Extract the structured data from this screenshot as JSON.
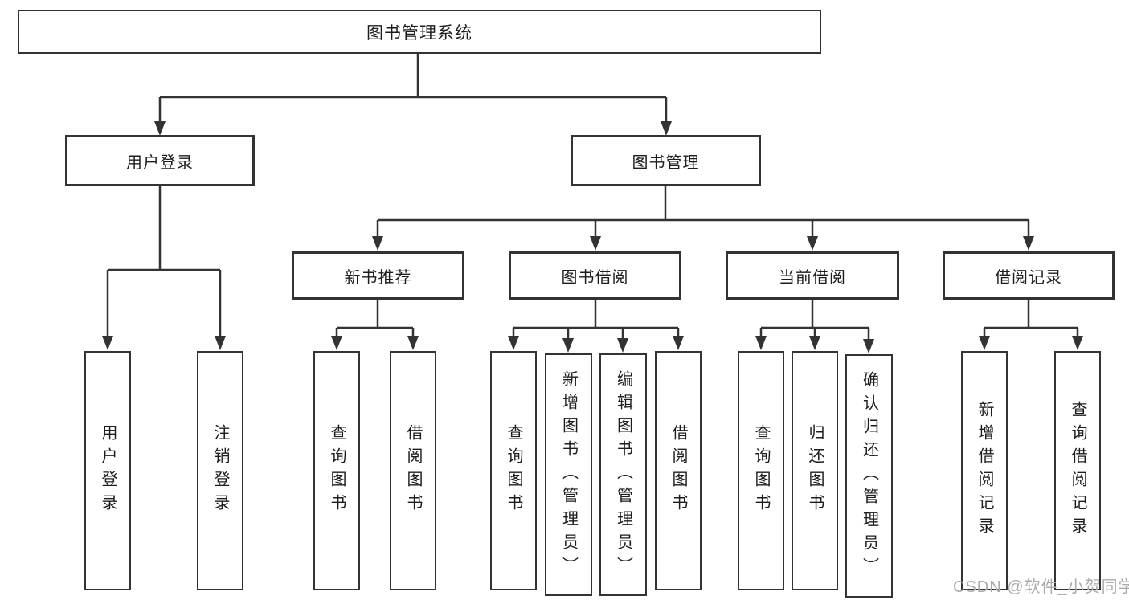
{
  "diagram": {
    "root": {
      "label": "图书管理系统"
    },
    "branches": {
      "user_login": {
        "label": "用户登录",
        "children": [
          {
            "label": "用户登录"
          },
          {
            "label": "注销登录"
          }
        ]
      },
      "book_management": {
        "label": "图书管理",
        "groups": [
          {
            "label": "新书推荐",
            "children": [
              {
                "label": "查询图书"
              },
              {
                "label": "借阅图书"
              }
            ]
          },
          {
            "label": "图书借阅",
            "children": [
              {
                "label": "查询图书"
              },
              {
                "label": "新增图书（管理员）"
              },
              {
                "label": "编辑图书（管理员）"
              },
              {
                "label": "借阅图书"
              }
            ]
          },
          {
            "label": "当前借阅",
            "children": [
              {
                "label": "查询图书"
              },
              {
                "label": "归还图书"
              },
              {
                "label": "确认归还（管理员）"
              }
            ]
          },
          {
            "label": "借阅记录",
            "children": [
              {
                "label": "新增借阅记录"
              },
              {
                "label": "查询借阅记录"
              }
            ]
          }
        ]
      }
    },
    "watermark": "CSDN @软件_小贺同学"
  }
}
